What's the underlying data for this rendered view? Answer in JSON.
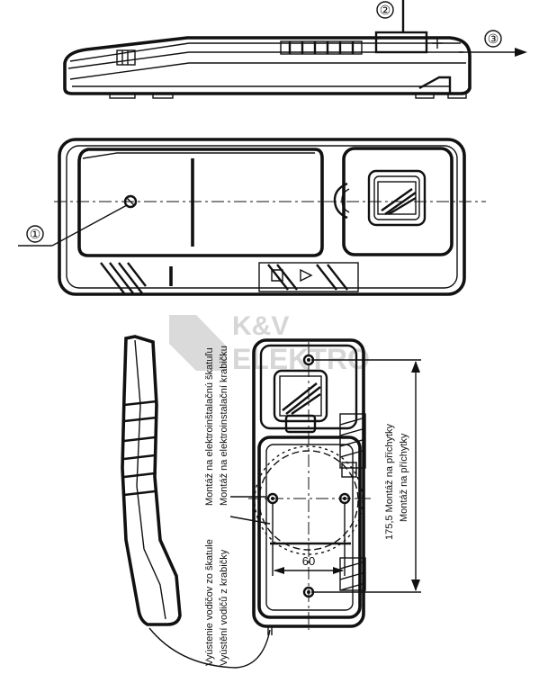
{
  "callouts": {
    "c1": "①",
    "c2": "②",
    "c3": "③"
  },
  "dimensions": {
    "height_value": "175,5 Montáž na příchytky",
    "height_value_alt": "Montáž na příchytky",
    "width_value": "60"
  },
  "labels": {
    "box_mount_1": "Montáž na elektroinštalačnú škatuľu",
    "box_mount_2": "Montáž na elektroinstalační krabičku",
    "wire_exit_1": "Vyústenie vodičov zo škatule",
    "wire_exit_2": "Vyústění vodičů z krabičky"
  },
  "watermark": {
    "line1": "K&V",
    "line2": "ELEKTRO"
  }
}
